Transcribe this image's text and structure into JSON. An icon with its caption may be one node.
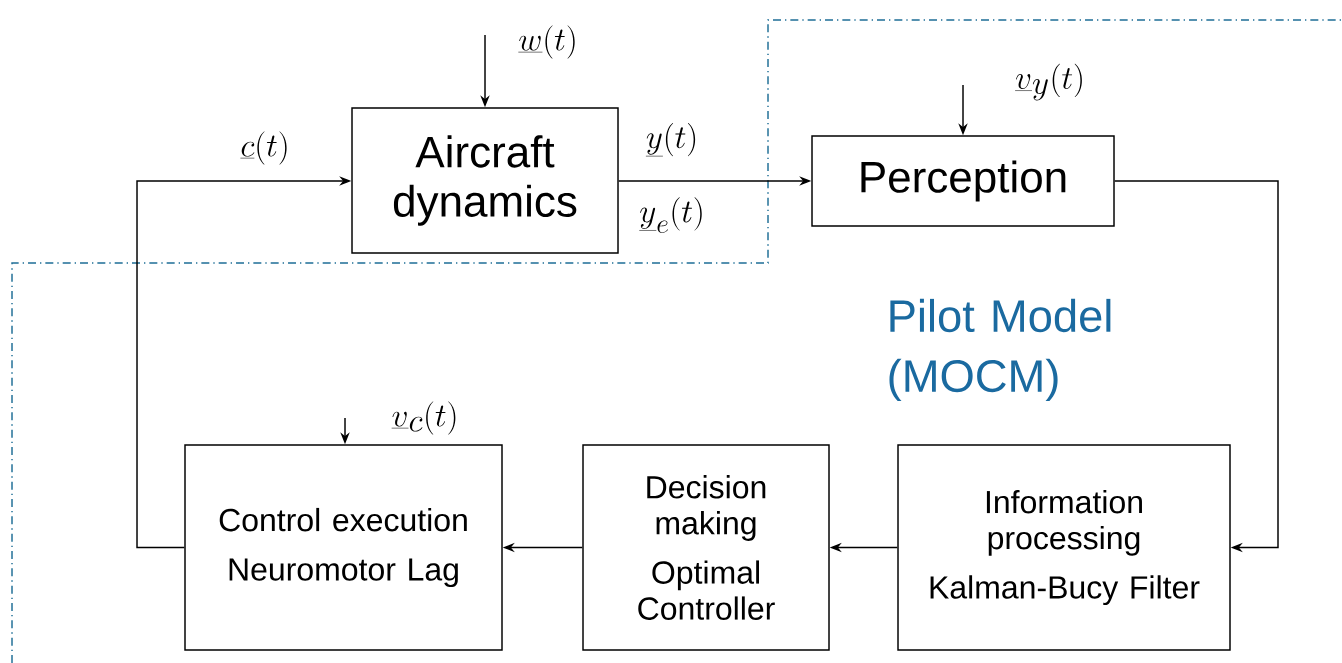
{
  "diagram": {
    "nodes": [
      {
        "text": [
          "Aircraft dynamics"
        ]
      },
      {
        "text": [
          "Perception"
        ]
      },
      {
        "text": [
          "Control execution",
          "Neuromotor Lag"
        ]
      },
      {
        "text": [
          "Decision making",
          "Optimal Controller"
        ]
      },
      {
        "text": [
          "Information processing",
          "Kalman-Bucy Filter"
        ]
      }
    ],
    "edges": [
      {
        "from": null,
        "to": 0,
        "arrow": "to",
        "label": "\\underline{w}(t)"
      },
      {
        "from": 2,
        "to": 0,
        "arrow": "to",
        "label": "\\underline{c}(t)"
      },
      {
        "from": 0,
        "to": 1,
        "arrow": "to",
        "label": "\\underline{y}(t)"
      },
      {
        "from": null,
        "to": 1,
        "arrow": "to",
        "label": "\\underline{v}_{y}(t)"
      },
      {
        "from": 1,
        "to": 4,
        "arrow": "to"
      },
      {
        "from": 4,
        "to": 3,
        "arrow": "to"
      },
      {
        "from": 3,
        "to": 2,
        "arrow": "to"
      },
      {
        "from": null,
        "to": 2,
        "arrow": "to",
        "label": "\\underline{v}_{c}(t)"
      }
    ],
    "labels": [
      "\\underline{y}_{e}(t)",
      "Pilot Model (MOCM)"
    ]
  }
}
